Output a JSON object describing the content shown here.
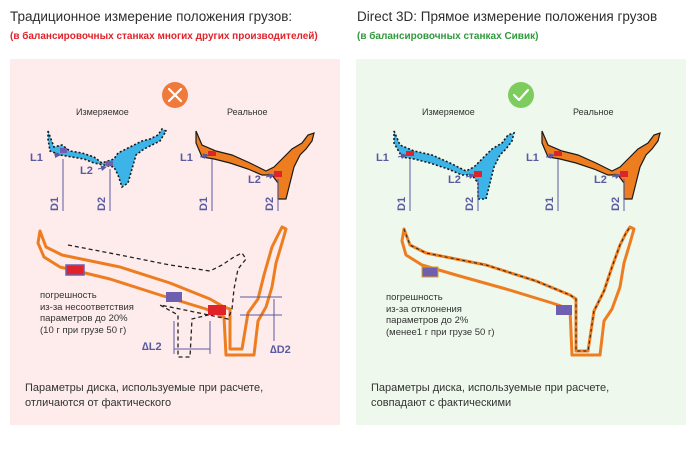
{
  "left": {
    "title": "Традиционное измерение положения грузов:",
    "subtitle": "(в балансировочных станках многих других производителей)",
    "badge_icon": "cross-icon",
    "label_measured": "Измеряемое",
    "label_real": "Реальное",
    "label_l1": "L1",
    "label_l2": "L2",
    "label_d1": "D1",
    "label_d2": "D2",
    "label_dl2": "∆L2",
    "label_dd2": "∆D2",
    "error_lines": [
      "погрешность",
      "из-за несоответствия",
      "параметров до 20%",
      "(10 г при грузе 50 г)"
    ],
    "footer_lines": [
      "Параметры диска, используемые при расчете,",
      "отличаются от фактического"
    ]
  },
  "right": {
    "title": "Direct 3D: Прямое измерение положения грузов",
    "subtitle": "(в балансировочных станках Сивик)",
    "badge_icon": "check-icon",
    "label_measured": "Измеряемое",
    "label_real": "Реальное",
    "label_l1": "L1",
    "label_l2": "L2",
    "label_d1": "D1",
    "label_d2": "D2",
    "error_lines": [
      "погрешность",
      "из-за отклонения",
      "параметров до 2%",
      "(менее1 г при грузе 50 г)"
    ],
    "footer_lines": [
      "Параметры диска, используемые при расчете,",
      "совпадают с фактическими"
    ]
  },
  "colors": {
    "red_text": "#e0232a",
    "green_text": "#2f9a3c",
    "panel_red": "#fdeceb",
    "panel_green": "#eef8ec",
    "badge_red": "#f07a3c",
    "badge_green": "#7ccc5e",
    "measured_blue": "#3cb4e8",
    "real_orange": "#ee7d20",
    "weight_red": "#e0232a",
    "weight_purple": "#6f5fb0",
    "label_purple": "#5a5aa0"
  }
}
